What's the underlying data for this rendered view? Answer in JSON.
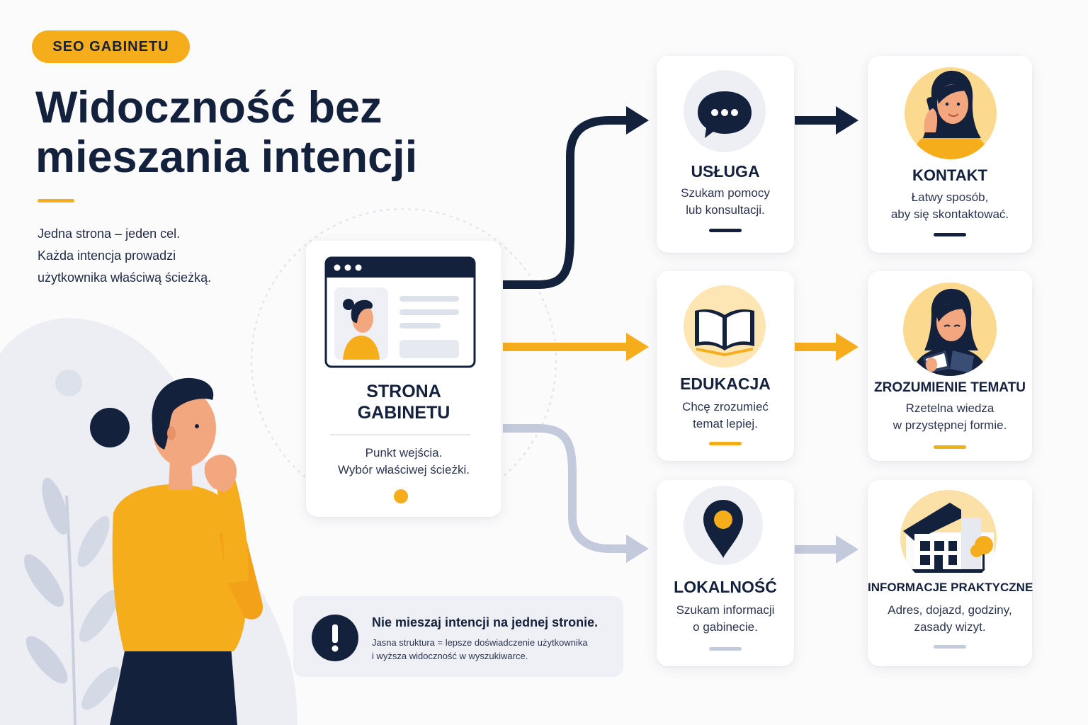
{
  "badge": "SEO GABINETU",
  "title_lines": [
    "Widoczność bez",
    "mieszania intencji"
  ],
  "intro_lines": [
    "Jedna strona – jeden cel.",
    "Każda intencja prowadzi",
    "użytkownika właściwą ścieżką."
  ],
  "hub": {
    "title_lines": [
      "STRONA",
      "GABINETU"
    ],
    "desc_lines": [
      "Punkt wejścia.",
      "Wybór właściwej ścieżki."
    ]
  },
  "paths": [
    {
      "intent": {
        "title": "USŁUGA",
        "desc_lines": [
          "Szukam pomocy",
          "lub konsultacji."
        ],
        "icon": "chat-bubble-icon"
      },
      "outcome": {
        "title": "KONTAKT",
        "desc_lines": [
          "Łatwy sposób,",
          "aby się skontaktować."
        ],
        "icon": "woman-phone-icon"
      },
      "color": "#14213d"
    },
    {
      "intent": {
        "title": "EDUKACJA",
        "desc_lines": [
          "Chcę zrozumieć",
          "temat lepiej."
        ],
        "icon": "open-book-icon"
      },
      "outcome": {
        "title": "ZROZUMIENIE TEMATU",
        "desc_lines": [
          "Rzetelna wiedza",
          "w przystępnej formie."
        ],
        "icon": "woman-reading-icon"
      },
      "color": "#f6ad1b"
    },
    {
      "intent": {
        "title": "LOKALNOŚĆ",
        "desc_lines": [
          "Szukam informacji",
          "o gabinecie."
        ],
        "icon": "map-pin-icon"
      },
      "outcome": {
        "title": "INFORMACJE PRAKTYCZNE",
        "desc_lines": [
          "Adres, dojazd, godziny,",
          "zasady wizyt."
        ],
        "icon": "building-icon"
      },
      "color": "#c2cadb"
    }
  ],
  "warning": {
    "icon": "exclamation-icon",
    "title": "Nie mieszaj intencji na jednej stronie.",
    "sub_lines": [
      "Jasna struktura = lepsze doświadczenie użytkownika",
      "i wyższa widoczność w wyszukiwarce."
    ]
  },
  "colors": {
    "navy": "#14213d",
    "accent": "#f6ad1b",
    "muted": "#c2cadb",
    "background": "#fbfbfc"
  }
}
